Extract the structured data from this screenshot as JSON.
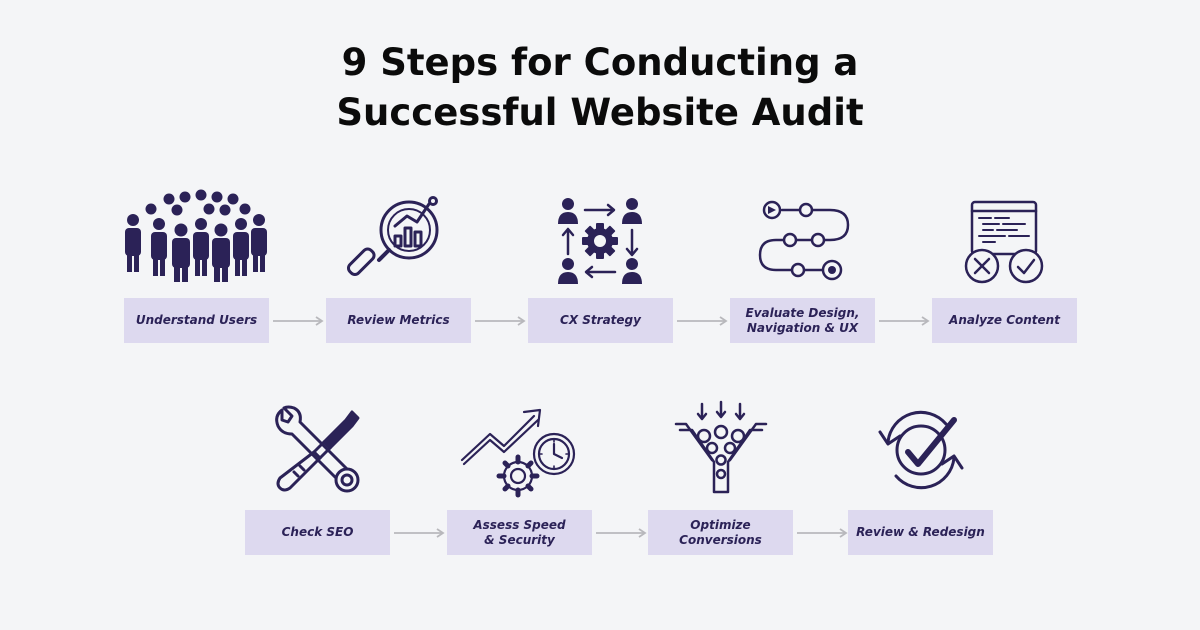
{
  "title": {
    "line1": "9 Steps for Conducting a",
    "line2": "Successful Website Audit"
  },
  "colors": {
    "background": "#f4f5f7",
    "icon": "#2b2257",
    "box": "#ddd9ef",
    "arrow": "#b8b8bc",
    "title": "#0b0b0b"
  },
  "steps": [
    {
      "label_line1": "Understand Users",
      "label_line2": "",
      "icon": "crowd-icon"
    },
    {
      "label_line1": "Review Metrics",
      "label_line2": "",
      "icon": "magnifier-chart-icon"
    },
    {
      "label_line1": "CX Strategy",
      "label_line2": "",
      "icon": "gear-people-cycle-icon"
    },
    {
      "label_line1": "Evaluate Design,",
      "label_line2": "Navigation & UX",
      "icon": "journey-path-icon"
    },
    {
      "label_line1": "Analyze Content",
      "label_line2": "",
      "icon": "code-window-check-icon"
    },
    {
      "label_line1": "Check SEO",
      "label_line2": "",
      "icon": "wrench-screwdriver-icon"
    },
    {
      "label_line1": "Assess Speed",
      "label_line2": "& Security",
      "icon": "growth-gear-clock-icon"
    },
    {
      "label_line1": "Optimize",
      "label_line2": "Conversions",
      "icon": "funnel-icon"
    },
    {
      "label_line1": "Review & Redesign",
      "label_line2": "",
      "icon": "cycle-check-icon"
    }
  ]
}
